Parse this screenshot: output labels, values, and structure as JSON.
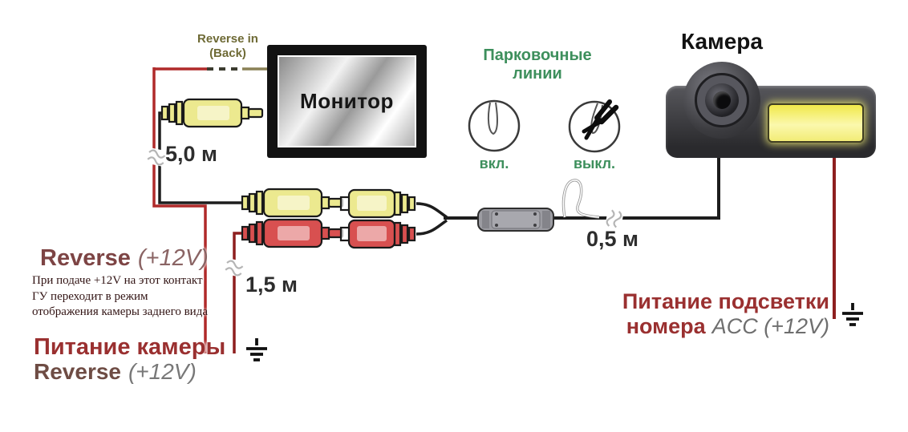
{
  "diagram": {
    "monitor": {
      "label": "Монитор"
    },
    "camera": {
      "label": "Камера"
    },
    "reverse_in": {
      "line1": "Reverse in",
      "line2": "(Back)"
    },
    "parking": {
      "title": "Парковочные линии",
      "on": "вкл.",
      "off": "выкл."
    },
    "lengths": {
      "monitor_cable": "5,0 м",
      "power_wire": "1,5 м",
      "camera_cable": "0,5 м"
    },
    "reverse_signal": {
      "name": "Reverse",
      "value": "(+12V)",
      "note_line1": "При подаче +12V на этот контакт",
      "note_line2": "ГУ переходит в режим",
      "note_line3": "отображения камеры заднего вида"
    },
    "camera_power": {
      "title": "Питание камеры",
      "name": "Reverse",
      "value": "(+12V)"
    },
    "plate_power": {
      "title": "Питание подсветки",
      "word": "номера",
      "value": "ACC (+12V)"
    }
  },
  "icons": {
    "ground": "earth-ground-symbol",
    "cable_break": "cable-length-break",
    "parking_on": "wire-loop-intact",
    "parking_off": "wire-loop-cut-by-pliers"
  },
  "colors": {
    "wire_red": "#b02a2a",
    "wire_dark_red": "#8e1f1f",
    "wire_black": "#1d1d1d",
    "wire_olive": "#8a8156",
    "label_red": "#9a3030",
    "label_muted_red": "#7d4444",
    "label_gray": "#787878",
    "green": "#3d8f5c",
    "olive_text": "#6e6a35",
    "rca_yellow": "#ece98f",
    "rca_red": "#d85050",
    "note_color": "#321414"
  }
}
